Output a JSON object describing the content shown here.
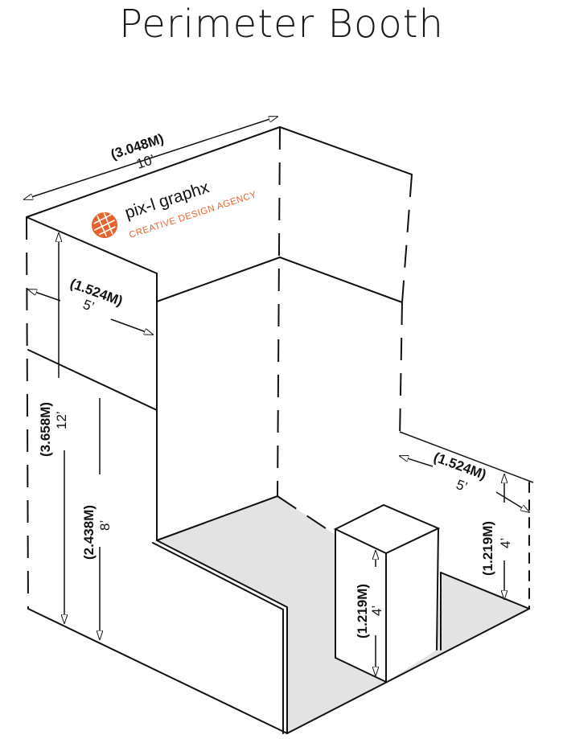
{
  "title": "Perimeter Booth",
  "brand": {
    "name": "pix-l graphx",
    "tagline": "CREATIVE DESIGN AGENCY",
    "accent_color": "#e8642c"
  },
  "dimensions": {
    "top_width_metric": "(3.048M)",
    "top_width_imperial": "10’",
    "side_depth_metric": "(1.524M)",
    "side_depth_imperial": "5’",
    "height_metric": "(3.658M)",
    "height_imperial": "12’",
    "wall_height_metric": "(2.438M)",
    "wall_height_imperial": "8’",
    "right_depth_metric": "(1.524M)",
    "right_depth_imperial": "5’",
    "right_height_metric": "(1.219M)",
    "right_height_imperial": "4’",
    "counter_height_metric": "(1.219M)",
    "counter_height_imperial": "4’"
  },
  "colors": {
    "line": "#111111",
    "floor": "#e3e3e3",
    "panel": "#ffffff"
  }
}
